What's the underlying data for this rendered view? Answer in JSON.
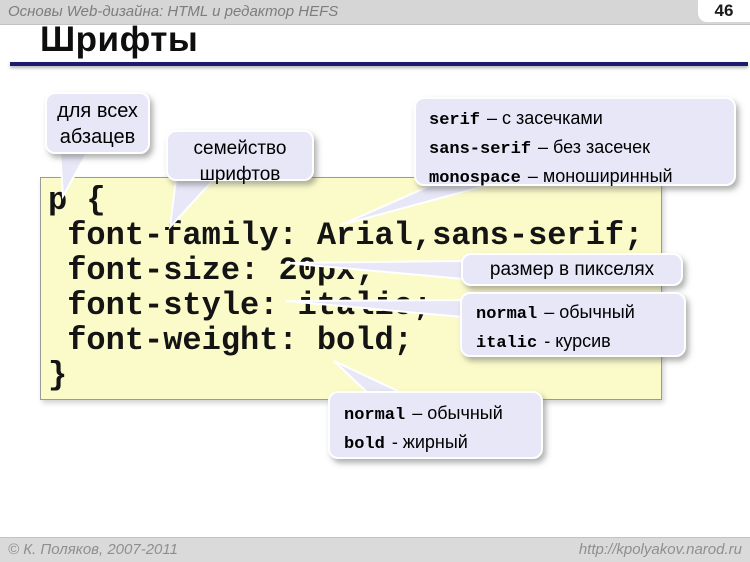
{
  "header": {
    "course_title": "Основы Web-дизайна: HTML и редактор HEFS",
    "slide_number": "46"
  },
  "title": "Шрифты",
  "code": {
    "lines": [
      "p {",
      " font-family: Arial,sans-serif;",
      " font-size: 20px;",
      " font-style: italic;",
      " font-weight: bold;",
      "}"
    ]
  },
  "callouts": {
    "paragraphs": {
      "line1": "для всех",
      "line2": "абзацев"
    },
    "family": {
      "line1": "семейство",
      "line2": "шрифтов"
    },
    "generic_families": {
      "items": [
        {
          "term": "serif",
          "desc": "– с засечками"
        },
        {
          "term": "sans-serif",
          "desc": "– без засечек"
        },
        {
          "term": "monospace",
          "desc": "– моноширинный"
        }
      ]
    },
    "size": {
      "text": "размер в пикселях"
    },
    "style": {
      "items": [
        {
          "term": "normal",
          "desc": "– обычный"
        },
        {
          "term": "italic",
          "desc": "- курсив"
        }
      ]
    },
    "weight": {
      "items": [
        {
          "term": "normal",
          "desc": "– обычный"
        },
        {
          "term": "bold",
          "desc": "- жирный"
        }
      ]
    }
  },
  "footer": {
    "copyright": "© К. Поляков, 2007-2011",
    "url": "http://kpolyakov.narod.ru"
  },
  "colors": {
    "title_rule": "#1b1b70",
    "code_background": "#fbfbca",
    "bubble_background": "#e7e7f7",
    "band_background": "#d6d6d6"
  }
}
